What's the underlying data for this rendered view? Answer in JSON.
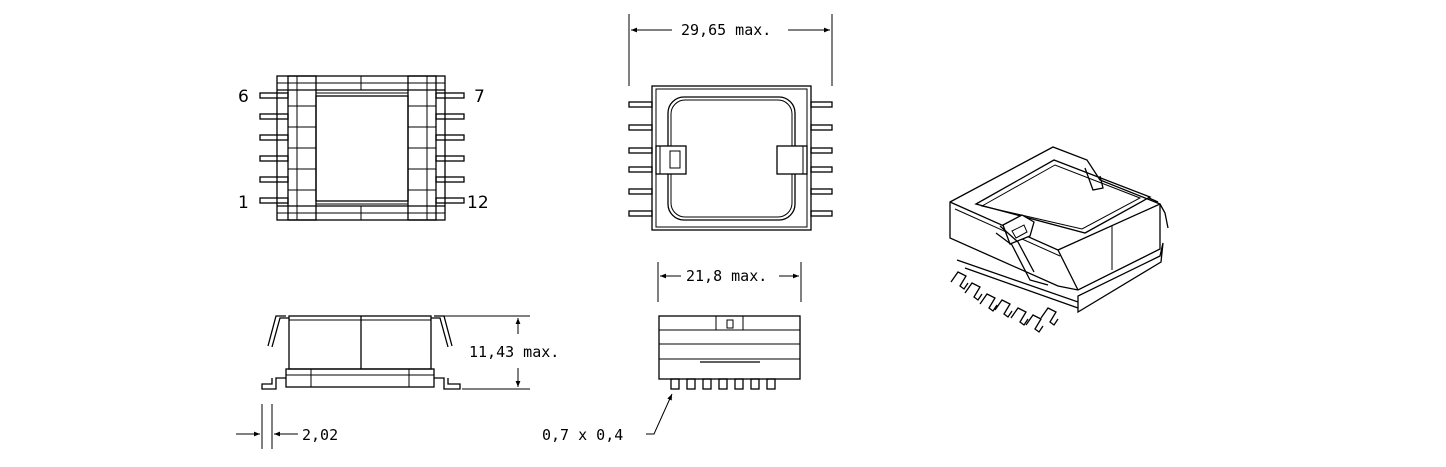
{
  "pins": {
    "top_left": "6",
    "top_right": "7",
    "bottom_left": "1",
    "bottom_right": "12"
  },
  "dimensions": {
    "overall_length": "29,65 max.",
    "body_width": "21,8 max.",
    "height": "11,43 max.",
    "pin_pitch_offset": "2,02",
    "lead_size": "0,7 x 0,4"
  },
  "colors": {
    "line": "#000000",
    "background": "#ffffff"
  }
}
